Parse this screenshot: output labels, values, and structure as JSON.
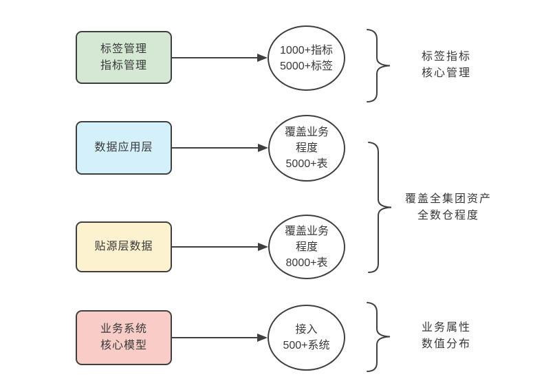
{
  "colors": {
    "stroke": "#3f3f3f",
    "text": "#383838",
    "ellipse_fill": "#ffffff",
    "background": "#ffffff",
    "box_green": "#d5e8d4",
    "box_blue": "#d4f0fa",
    "box_yellow": "#fcf2cf",
    "box_pink": "#f9cdc7"
  },
  "flows": [
    {
      "box": {
        "lines": [
          "标签管理",
          "指标管理"
        ],
        "fill": "#d5e8d4"
      },
      "ellipse": {
        "lines": [
          "1000+指标",
          "5000+标签"
        ]
      }
    },
    {
      "box": {
        "lines": [
          "数据应用层"
        ],
        "fill": "#d4f0fa"
      },
      "ellipse": {
        "lines": [
          "覆盖业务",
          "程度",
          "5000+表"
        ]
      }
    },
    {
      "box": {
        "lines": [
          "贴源层数据"
        ],
        "fill": "#fcf2cf"
      },
      "ellipse": {
        "lines": [
          "覆盖业务",
          "程度",
          "8000+表"
        ]
      }
    },
    {
      "box": {
        "lines": [
          "业务系统",
          "核心模型"
        ],
        "fill": "#f9cdc7"
      },
      "ellipse": {
        "lines": [
          "接入",
          "500+系统"
        ]
      }
    }
  ],
  "groups": [
    {
      "lines": [
        "标签指标",
        "核心管理"
      ]
    },
    {
      "lines": [
        "覆盖全集团资产",
        "全数仓程度"
      ]
    },
    {
      "lines": [
        "业务属性",
        "数值分布"
      ]
    }
  ]
}
